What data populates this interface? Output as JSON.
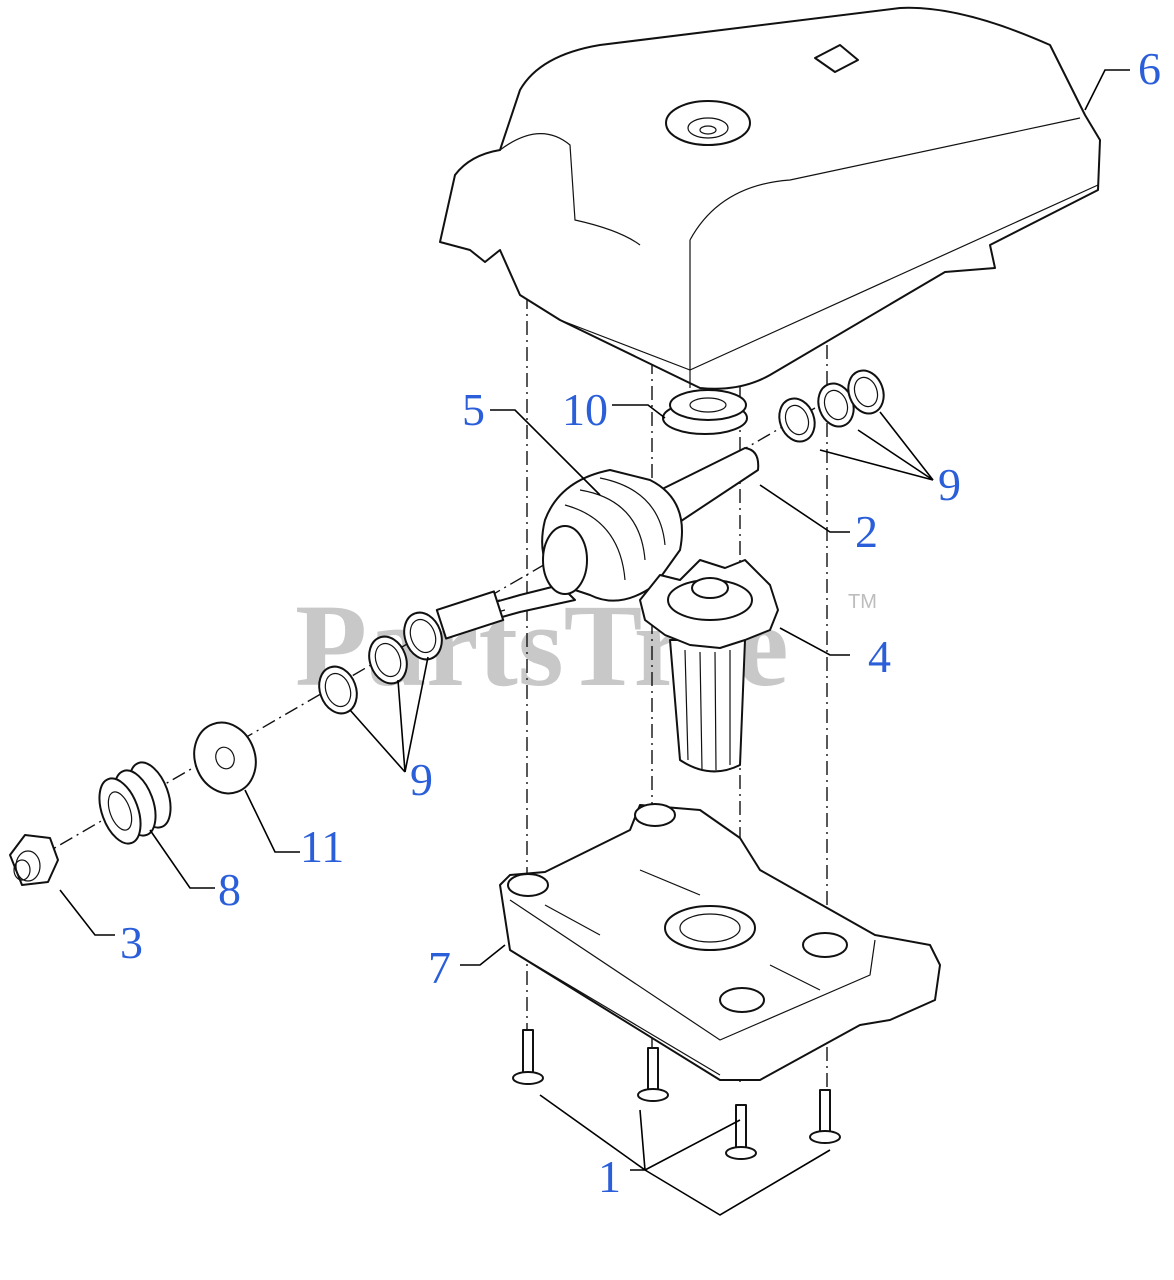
{
  "watermark": {
    "text": "PartsTree",
    "tm": "TM"
  },
  "callouts": {
    "c1": "1",
    "c2": "2",
    "c3": "3",
    "c4": "4",
    "c5": "5",
    "c6": "6",
    "c7": "7",
    "c8": "8",
    "c9a": "9",
    "c9b": "9",
    "c10": "10",
    "c11": "11"
  },
  "colors": {
    "callout": "#2b5fd9",
    "line": "#000000",
    "watermark": "#c8c8c8"
  }
}
